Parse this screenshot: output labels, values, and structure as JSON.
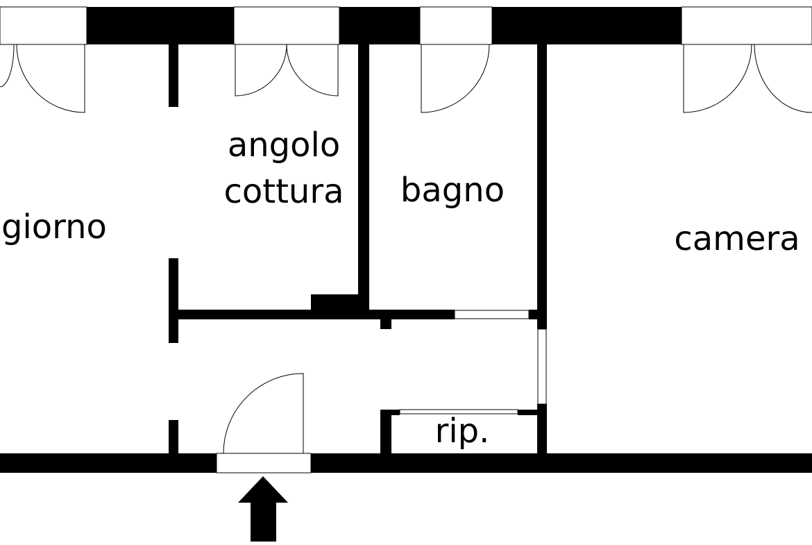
{
  "rooms": {
    "soggiorno": "giorno",
    "angolo_cottura_line1": "angolo",
    "angolo_cottura_line2": "cottura",
    "bagno": "bagno",
    "camera": "camera",
    "ripostiglio": "rip."
  },
  "icons": {
    "entrance": "entrance-arrow-icon"
  },
  "colors": {
    "wall": "#000000",
    "background": "#ffffff"
  }
}
